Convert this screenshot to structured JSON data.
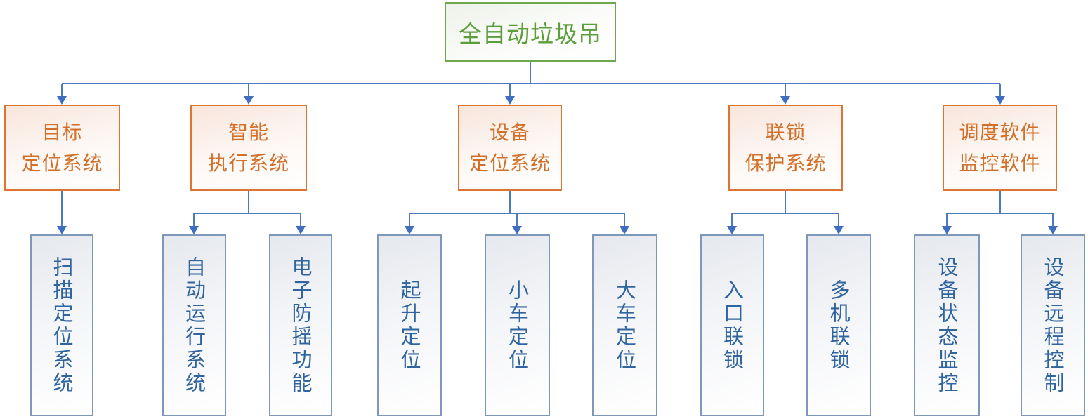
{
  "diagram": {
    "title": "全自动垃圾吊",
    "colors": {
      "root_border": "#6FA74D",
      "root_text": "#5C9E3C",
      "branch_border": "#DE7431",
      "branch_text": "#D2702A",
      "leaf_border": "#7E98BC",
      "leaf_text": "#2F649E",
      "connector": "#4E79C5",
      "arrowhead": "#3F6DBF"
    },
    "root": {
      "label": "全自动垃圾吊"
    },
    "branches": [
      {
        "label_lines": [
          "目标",
          "定位系统"
        ],
        "children": [
          "扫描定位系统"
        ]
      },
      {
        "label_lines": [
          "智能",
          "执行系统"
        ],
        "children": [
          "自动运行系统",
          "电子防摇功能"
        ]
      },
      {
        "label_lines": [
          "设备",
          "定位系统"
        ],
        "children": [
          "起升定位",
          "小车定位",
          "大车定位"
        ]
      },
      {
        "label_lines": [
          "联锁",
          "保护系统"
        ],
        "children": [
          "入口联锁",
          "多机联锁"
        ]
      },
      {
        "label_lines": [
          "调度软件",
          "监控软件"
        ],
        "children": [
          "设备状态监控",
          "设备远程控制"
        ]
      }
    ]
  }
}
